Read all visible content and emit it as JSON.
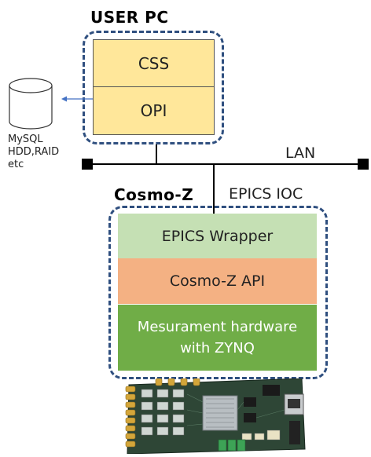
{
  "user_pc": {
    "title": "USER PC",
    "boxes": {
      "css": "CSS",
      "opi": "OPI"
    }
  },
  "storage": {
    "line1": "MySQL",
    "line2": "HDD,RAID",
    "line3": "etc"
  },
  "network": {
    "label": "LAN"
  },
  "cosmo_z": {
    "title": "Cosmo-Z",
    "ioc_label": "EPICS IOC",
    "boxes": {
      "wrapper": "EPICS Wrapper",
      "api": "Cosmo-Z API",
      "hardware_line1": "Mesurament hardware",
      "hardware_line2": "with ZYNQ"
    }
  },
  "colors": {
    "user_pc_box": "#ffe79a",
    "wrapper_box": "#c5e0b4",
    "api_box": "#f4b183",
    "hardware_box": "#70ad47",
    "group_border": "#2f4f7f",
    "arrow": "#4472c4"
  },
  "icons": {
    "storage": "database-cylinder-icon",
    "board": "circuit-board-photo"
  }
}
